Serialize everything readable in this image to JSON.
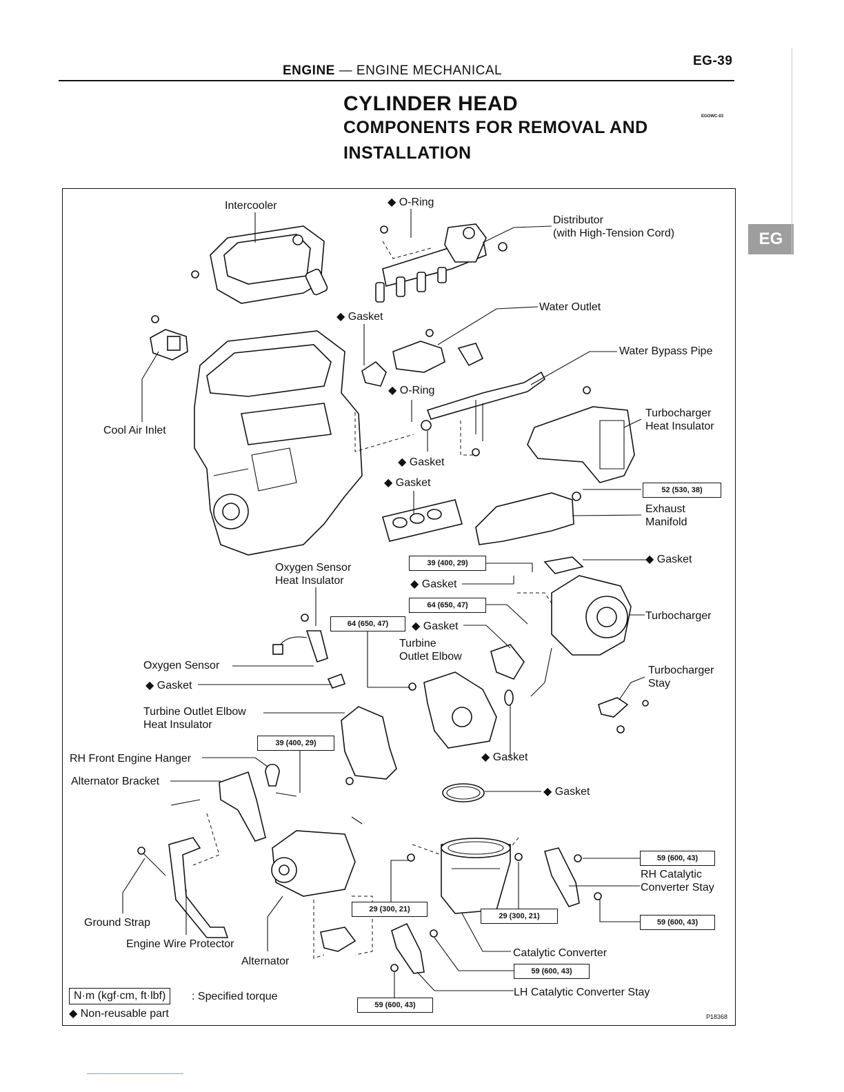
{
  "header": {
    "section": "ENGINE",
    "separator": "—",
    "subsection": "ENGINE MECHANICAL",
    "page": "EG-39"
  },
  "title": "CYLINDER HEAD",
  "subtitle_line1": "COMPONENTS FOR REMOVAL AND",
  "subtitle_line2": "INSTALLATION",
  "code": "EGOWC-03",
  "tab": "EG",
  "figure_id": "P18368",
  "labels": {
    "intercooler": "Intercooler",
    "oring_top": "◆ O-Ring",
    "distributor_1": "Distributor",
    "distributor_2": "(with High-Tension Cord)",
    "gasket_a": "◆ Gasket",
    "water_outlet": "Water Outlet",
    "water_bypass": "Water Bypass Pipe",
    "oring_mid": "◆ O-Ring",
    "cool_air_inlet": "Cool Air Inlet",
    "turbo_heat_ins_1": "Turbocharger",
    "turbo_heat_ins_2": "Heat Insulator",
    "gasket_b": "◆ Gasket",
    "gasket_c": "◆ Gasket",
    "exhaust_manifold_1": "Exhaust",
    "exhaust_manifold_2": "Manifold",
    "gasket_d": "◆ Gasket",
    "o2_heat_ins_1": "Oxygen Sensor",
    "o2_heat_ins_2": "Heat Insulator",
    "gasket_e": "◆ Gasket",
    "turbocharger": "Turbocharger",
    "gasket_f": "◆ Gasket",
    "turbine_elbow_1": "Turbine",
    "turbine_elbow_2": "Outlet Elbow",
    "oxygen_sensor": "Oxygen Sensor",
    "gasket_g": "◆ Gasket",
    "turbo_stay_1": "Turbocharger",
    "turbo_stay_2": "Stay",
    "elbow_heat_ins_1": "Turbine Outlet Elbow",
    "elbow_heat_ins_2": "Heat Insulator",
    "rh_engine_hanger": "RH Front Engine Hanger",
    "gasket_h": "◆ Gasket",
    "alternator_bracket": "Alternator Bracket",
    "gasket_i": "◆ Gasket",
    "rh_cat_stay_1": "RH Catalytic",
    "rh_cat_stay_2": "Converter Stay",
    "ground_strap": "Ground Strap",
    "engine_wire_protector": "Engine Wire Protector",
    "alternator": "Alternator",
    "catalytic_converter": "Catalytic Converter",
    "lh_cat_stay": "LH Catalytic Converter Stay"
  },
  "torques": {
    "t52": "52 (530, 38)",
    "t39a": "39 (400, 29)",
    "t64a": "64 (650, 47)",
    "t64b": "64 (650, 47)",
    "t39b": "39 (400, 29)",
    "t59a": "59 (600, 43)",
    "t29a": "29 (300, 21)",
    "t29b": "29 (300, 21)",
    "t59b": "59 (600, 43)",
    "t59c": "59 (600, 43)",
    "t59d": "59 (600, 43)"
  },
  "legend": {
    "unit_box": "N·m (kgf·cm, ft·lbf)",
    "unit_desc": ": Specified torque",
    "nonreusable": "◆ Non-reusable part"
  }
}
